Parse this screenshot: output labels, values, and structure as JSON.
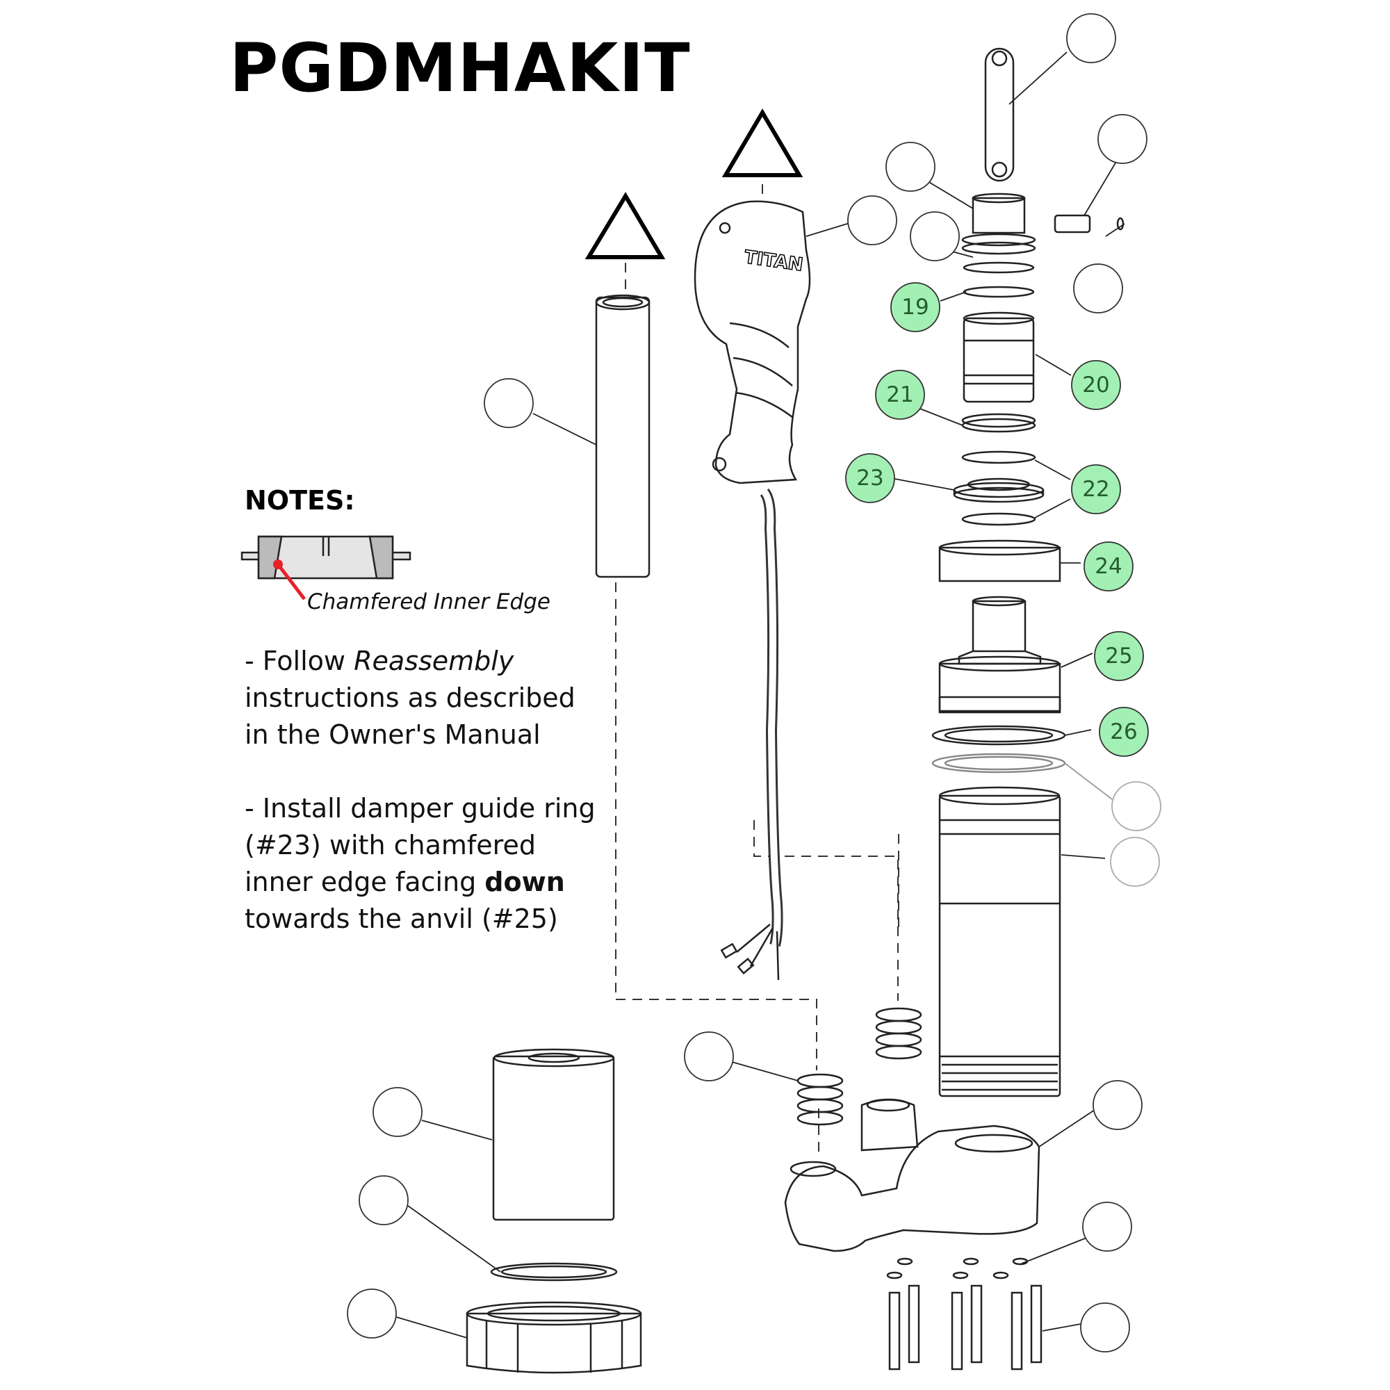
{
  "title": "PGDMHAKIT",
  "brand_logo": "TITAN",
  "notes": {
    "heading": "NOTES:",
    "chamfer_label": "Chamfered Inner Edge",
    "note1": {
      "prefix": "- Follow ",
      "emphasis": "Reassembly",
      "rest": " instructions as described in the Owner's Manual"
    },
    "note2": {
      "prefix": "- Install damper guide ring (#23) with chamfered inner edge facing ",
      "bold": "down",
      "rest": " towards the anvil (#25)"
    }
  },
  "callouts": {
    "c19": "19",
    "c20": "20",
    "c21": "21",
    "c22": "22",
    "c23": "23",
    "c24": "24",
    "c25": "25",
    "c26": "26"
  },
  "colors": {
    "callout_fill": "#a3f0b4",
    "callout_text": "#245c2e",
    "note_pointer": "#e8202a",
    "line": "#111111"
  }
}
